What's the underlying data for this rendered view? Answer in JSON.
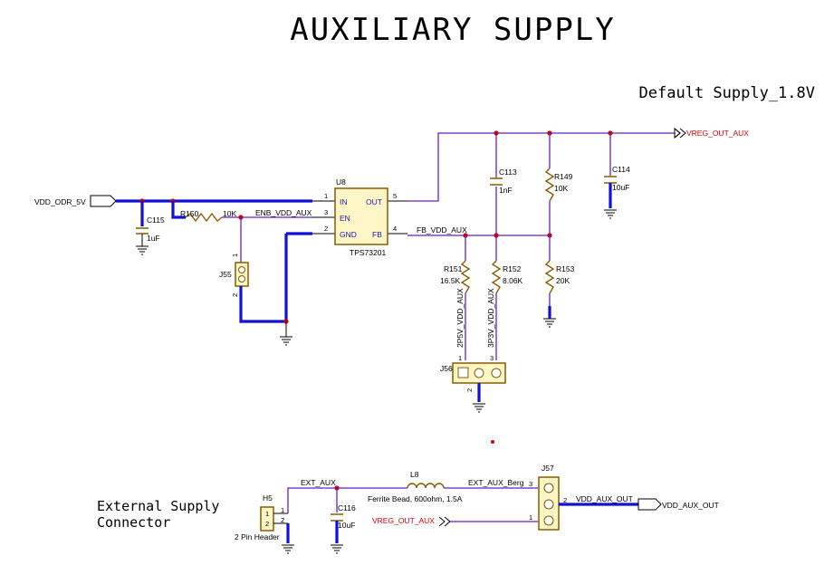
{
  "title": "AUXILIARY SUPPLY",
  "subtitle": "Default Supply_1.8V",
  "external_label_line1": "External Supply",
  "external_label_line2": "Connector",
  "nets": {
    "vdd_odr": "VDD_ODR_5V",
    "vreg_out_aux": "VREG_OUT_AUX",
    "enb_vdd_aux": "ENB_VDD_AUX",
    "fb_vdd_aux": "FB_VDD_AUX",
    "v2p5": "2P5V_VDD_AUX",
    "v3p3": "3P3V_VDD_AUX",
    "ext_aux": "EXT_AUX",
    "ext_aux_berg": "EXT_AUX_Berg",
    "vdd_aux_out": "VDD_AUX_OUT",
    "vreg_out_aux_2": "VREG_OUT_AUX",
    "vdd_aux_out_port": "VDD_AUX_OUT"
  },
  "u8": {
    "ref": "U8",
    "part": "TPS73201",
    "pins": {
      "in": "IN",
      "en": "EN",
      "gnd": "GND",
      "out": "OUT",
      "fb": "FB"
    },
    "pin_numbers": {
      "in": "1",
      "en": "3",
      "gnd": "2",
      "out": "5",
      "fb": "4"
    }
  },
  "components": {
    "c115": {
      "ref": "C115",
      "value": "1uF"
    },
    "r150": {
      "ref": "R150",
      "value": "10K"
    },
    "c113": {
      "ref": "C113",
      "value": "1nF"
    },
    "r149": {
      "ref": "R149",
      "value": "10K"
    },
    "c114": {
      "ref": "C114",
      "value": "10uF"
    },
    "r151": {
      "ref": "R151",
      "value": "16.5K"
    },
    "r152": {
      "ref": "R152",
      "value": "8.06K"
    },
    "r153": {
      "ref": "R153",
      "value": "20K"
    },
    "c116": {
      "ref": "C116",
      "value": "10uF"
    },
    "l8": {
      "ref": "L8",
      "value": "Ferrite Bead, 600ohm, 1.5A"
    },
    "j55": {
      "ref": "J55",
      "pin1": "1",
      "pin2": "2"
    },
    "j56": {
      "ref": "J56",
      "pin1": "1",
      "pin2": "2",
      "pin3": "3"
    },
    "j57": {
      "ref": "J57",
      "pin1": "1",
      "pin2": "2",
      "pin3": "3"
    },
    "h5": {
      "ref": "H5",
      "value": "2 Pin Header",
      "pin1": "1",
      "pin2": "2",
      "ext_pin1": "1",
      "ext_pin2": "2"
    }
  }
}
